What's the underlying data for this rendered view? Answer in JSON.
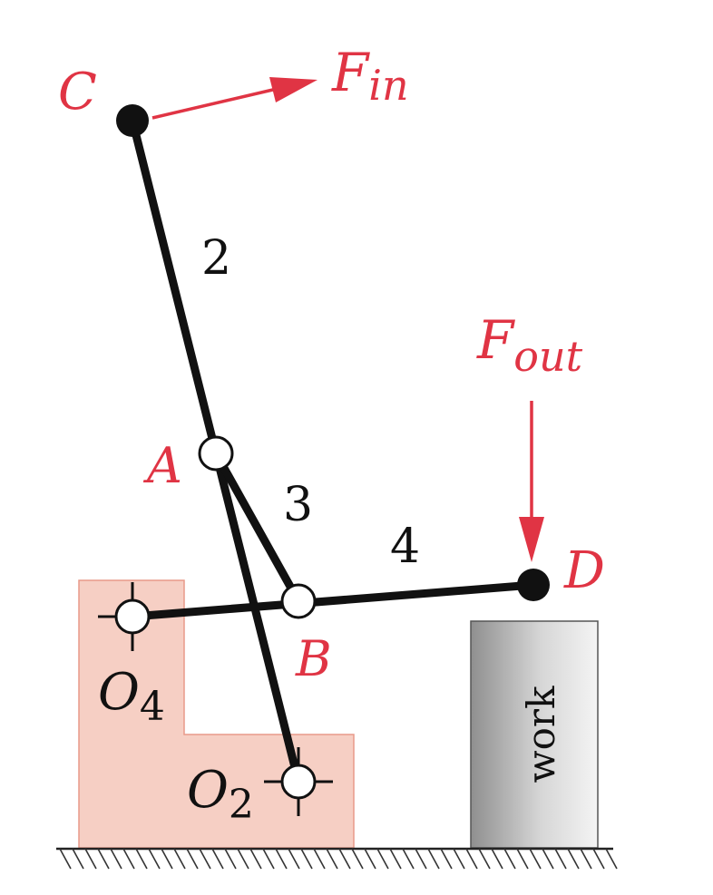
{
  "labels": {
    "point_c": "C",
    "point_a": "A",
    "point_b": "B",
    "point_d": "D",
    "pivot_o4": "O",
    "pivot_o4_sub": "4",
    "pivot_o2": "O",
    "pivot_o2_sub": "2",
    "link_2": "2",
    "link_3": "3",
    "link_4": "4",
    "force_in": "F",
    "force_in_sub": "in",
    "force_out": "F",
    "force_out_sub": "out",
    "work": "work"
  },
  "colors": {
    "force_red": "#e03444",
    "base_fill": "#f6cfc4",
    "link_black": "#111111"
  }
}
